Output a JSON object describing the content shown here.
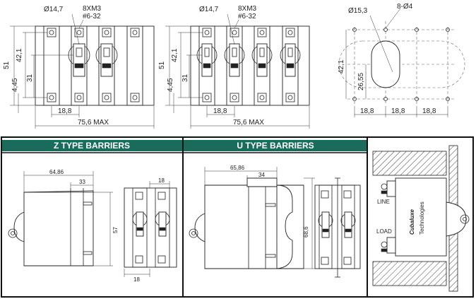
{
  "top_left": {
    "dim_hole_dia": "Ø14,7",
    "dim_screw_1": "8XM3",
    "dim_screw_2": "#6-32",
    "dim_height_51": "51",
    "dim_height_42": "42,1",
    "dim_height_31": "31",
    "dim_height_445": "4,45",
    "dim_pitch": "18,8",
    "dim_max": "75,6 MAX"
  },
  "top_middle": {
    "dim_hole_dia": "Ø14,7",
    "dim_screw_1": "8XM3",
    "dim_screw_2": "#6-32",
    "dim_height_51": "51",
    "dim_height_42": "42,1",
    "dim_height_31": "31",
    "dim_height_445": "4,45",
    "dim_pitch": "18,8",
    "dim_max": "75,6 MAX"
  },
  "top_right": {
    "dim_cutout_dia": "Ø15,3",
    "dim_holes": "8-Ø4",
    "dim_height_42": "42,1",
    "dim_height_2655": "26,55",
    "dim_pitch_1": "18,8",
    "dim_pitch_2": "18,8",
    "dim_pitch_3": "18,8"
  },
  "z_panel": {
    "header": "Z TYPE BARRIERS",
    "dim_width": "64,86",
    "dim_depth": "33",
    "dim_height": "57",
    "dim_barrier_top": "18",
    "dim_barrier_bottom": "18"
  },
  "u_panel": {
    "header": "U TYPE BARRIERS",
    "dim_width": "65,86",
    "dim_depth": "34",
    "dim_height": "68,6"
  },
  "mount_panel": {
    "label_line": "LINE",
    "label_load": "LOAD",
    "brand": "Cubaluxe",
    "brand_sub": "Technologies"
  },
  "colors": {
    "header_bg": "#1a6b5c",
    "panel_border": "#111111"
  }
}
